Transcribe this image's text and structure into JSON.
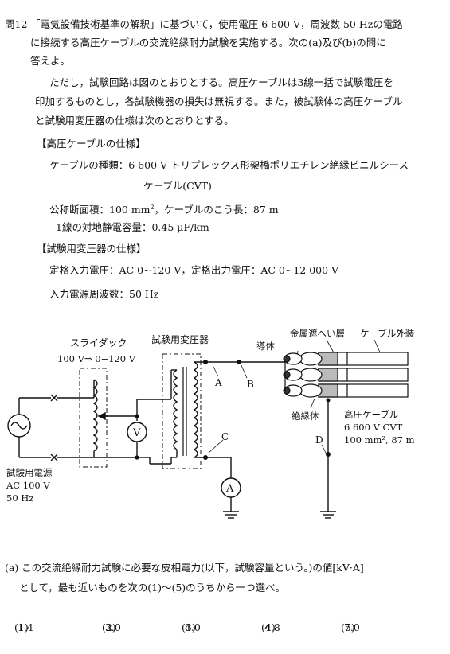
{
  "question": {
    "number": "問12",
    "line1": "「電気設備技術基準の解釈」に基づいて，使用電圧 6 600 V，周波数 50 Hzの電路",
    "line2": "に接続する高圧ケーブルの交流絶縁耐力試験を実施する。次の(a)及び(b)の問に",
    "line3": "答えよ。",
    "cond1": "ただし，試験回路は図のとおりとする。高圧ケーブルは3線一括で試験電圧を",
    "cond2": "印加するものとし，各試験機器の損失は無視する。また，被試験体の高圧ケーブル",
    "cond3": "と試験用変圧器の仕様は次のとおりとする。"
  },
  "cable_spec": {
    "heading": "【高圧ケーブルの仕様】",
    "type_line1": "ケーブルの種類：6 600 V トリプレックス形架橋ポリエチレン絶縁ビニルシース",
    "type_line2": "ケーブル(CVT)",
    "area_prefix": "公称断面積：100 mm",
    "area_sup": "2",
    "area_suffix": "，ケーブルのこう長：87 m",
    "capacitance": "1線の対地静電容量：0.45 μF/km"
  },
  "transformer_spec": {
    "heading": "【試験用変圧器の仕様】",
    "voltage": "定格入力電圧：AC 0~120 V，定格出力電圧：AC 0~12 000 V",
    "frequency": "入力電源周波数：50 Hz"
  },
  "diagram": {
    "slidac_label": "スライダック",
    "slidac_range": "100 V⇒ 0−120 V",
    "transformer_label": "試験用変圧器",
    "conductor_label": "導体",
    "shield_label": "金属遮へい層",
    "sheath_label": "ケーブル外装",
    "insulator_label": "絶縁体",
    "point_a": "A",
    "point_b": "B",
    "point_c": "C",
    "point_d": "D",
    "voltmeter": "V",
    "ammeter": "A",
    "source_line1": "試験用電源",
    "source_line2": "AC 100 V",
    "source_line3": "50 Hz",
    "cable_line1": "高圧ケーブル",
    "cable_line2": "6 600 V  CVT",
    "cable_line3": "100 mm², 87 m"
  },
  "part_a": {
    "line1": "(a)  この交流絶縁耐力試験に必要な皮相電力(以下，試験容量という。)の値[kV·A]",
    "line2": "として，最も近いものを次の(1)～(5)のうちから一つ選べ。"
  },
  "choices": [
    {
      "label": "(1)",
      "value": "1.4"
    },
    {
      "label": "(2)",
      "value": "3.0"
    },
    {
      "label": "(3)",
      "value": "4.0"
    },
    {
      "label": "(4)",
      "value": "4.8"
    },
    {
      "label": "(5)",
      "value": "7.0"
    }
  ]
}
